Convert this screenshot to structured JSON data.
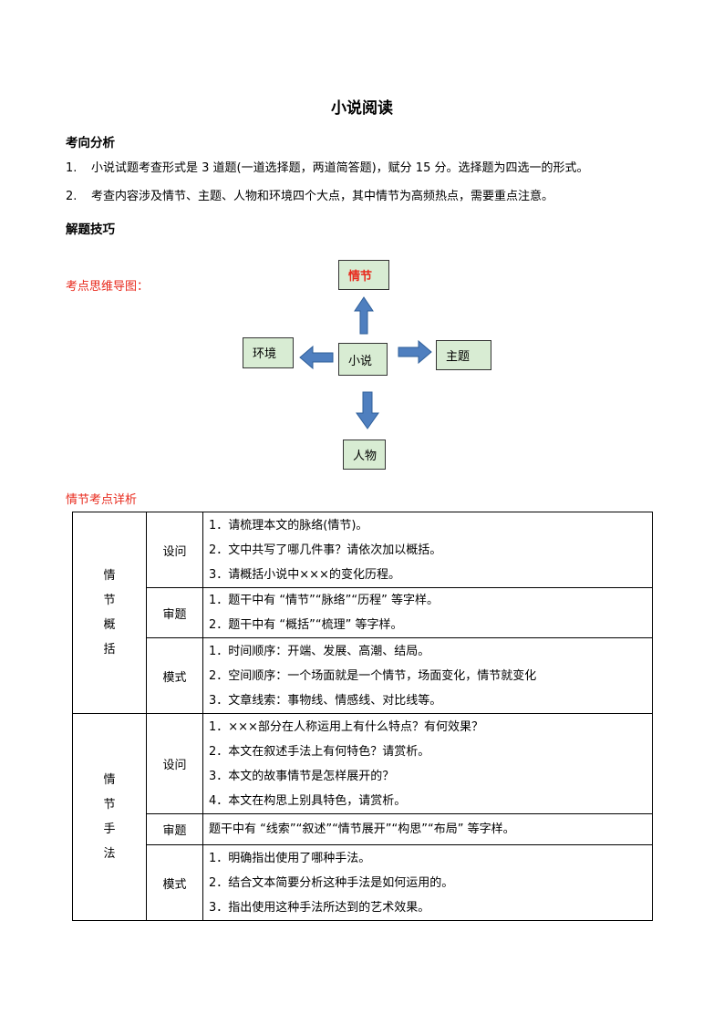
{
  "title": "小说阅读",
  "section1": {
    "heading": "考向分析",
    "items": [
      {
        "num": "1.",
        "text": "小说试题考查形式是 3 道题(一道选择题，两道简答题)，赋分 15 分。选择题为四选一的形式。"
      },
      {
        "num": "2.",
        "text": "考查内容涉及情节、主题、人物和环境四个大点，其中情节为高频热点，需要重点注意。"
      }
    ]
  },
  "section2": {
    "heading": "解题技巧"
  },
  "mindmap": {
    "label": "考点思维导图：",
    "top": "情节",
    "center": "小说",
    "left": "环境",
    "right": "主题",
    "bottom": "人物",
    "colors": {
      "box_fill": "#d8ecd3",
      "arrow_fill": "#4f7fbf",
      "highlight": "#e8291c"
    }
  },
  "table_label": "情节考点详析",
  "table": {
    "groups": [
      {
        "category": [
          "情",
          "节",
          "概",
          "括"
        ],
        "rows": [
          {
            "type": "设问",
            "lines": [
              "1．请梳理本文的脉络(情节)。",
              "2．文中共写了哪几件事？请依次加以概括。",
              "3．请概括小说中×××的变化历程。"
            ]
          },
          {
            "type": "审题",
            "lines": [
              "1．题干中有 “情节”“脉络”“历程” 等字样。",
              "2．题干中有 “概括”“梳理” 等字样。"
            ]
          },
          {
            "type": "模式",
            "lines": [
              "1．时间顺序：开端、发展、高潮、结局。",
              "2．空间顺序：一个场面就是一个情节，场面变化，情节就变化",
              "3．文章线索：事物线、情感线、对比线等。"
            ]
          }
        ]
      },
      {
        "category": [
          "情",
          "节",
          "手",
          "法"
        ],
        "rows": [
          {
            "type": "设问",
            "lines": [
              "1．×××部分在人称运用上有什么特点？有何效果？",
              "2．本文在叙述手法上有何特色？请赏析。",
              "3．本文的故事情节是怎样展开的？",
              "4．本文在构思上别具特色，请赏析。"
            ]
          },
          {
            "type": "审题",
            "lines": [
              "题干中有 “线索”“叙述”“情节展开”“构思”“布局” 等字样。"
            ]
          },
          {
            "type": "模式",
            "lines": [
              "1．明确指出使用了哪种手法。",
              "2．结合文本简要分析这种手法是如何运用的。",
              "3．指出使用这种手法所达到的艺术效果。"
            ]
          }
        ]
      }
    ]
  }
}
